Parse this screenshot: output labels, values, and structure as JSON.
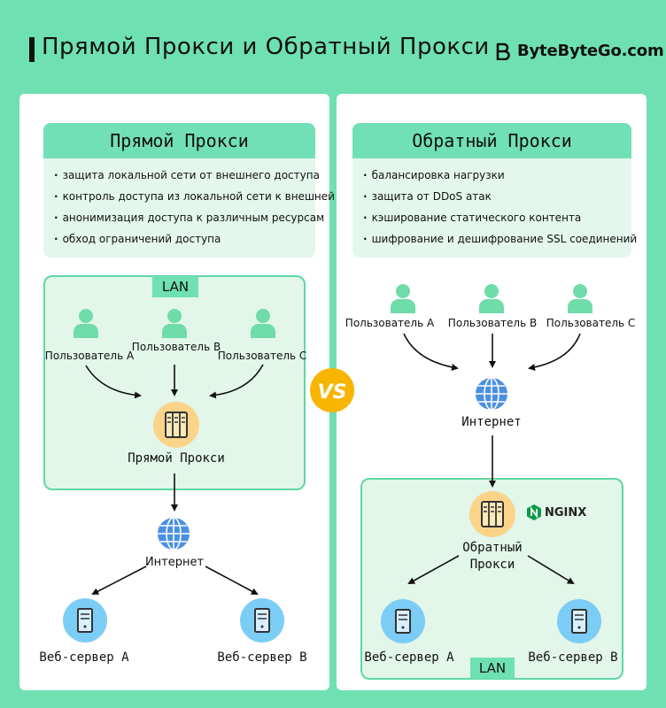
{
  "header": {
    "title": "Прямой Прокси и Обратный Прокси",
    "brand": "ByteByteGo.com"
  },
  "vs_badge": "VS",
  "forward": {
    "heading": "Прямой Прокси",
    "features": [
      "защита локальной сети от внешнего доступа",
      "контроль доступа из локальной сети к внешней",
      "анонимизация доступа к различным ресурсам",
      "обход ограничений доступа"
    ],
    "lan_label": "LAN",
    "users": [
      "Пользователь A",
      "Пользователь B",
      "Пользователь C"
    ],
    "proxy_label": "Прямой Прокси",
    "internet_label": "Интернет",
    "servers": [
      "Веб-сервер A",
      "Веб-сервер B"
    ]
  },
  "reverse": {
    "heading": "Обратный Прокси",
    "features": [
      "балансировка нагрузки",
      "защита от DDoS атак",
      "кэширование статического контента",
      "шифрование и дешифрование SSL соединений"
    ],
    "users": [
      "Пользователь A",
      "Пользователь B",
      "Пользователь C"
    ],
    "internet_label": "Интернет",
    "proxy_label_line1": "Обратный",
    "proxy_label_line2": "Прокси",
    "nginx_label": "NGINX",
    "servers": [
      "Веб-сервер A",
      "Веб-сервер B"
    ],
    "lan_label": "LAN"
  },
  "colors": {
    "background": "#6fe0b2",
    "heading_fill": "#72e0b6",
    "feature_fill": "#e3f7ec",
    "lan_fill": "#e2f6ea",
    "user_icon": "#6fdcaa",
    "globe_icon": "#4a90e2",
    "server_circle": "#7ccdf5",
    "proxy_circle": "#fbd48a",
    "vs_badge": "#f7b500"
  }
}
